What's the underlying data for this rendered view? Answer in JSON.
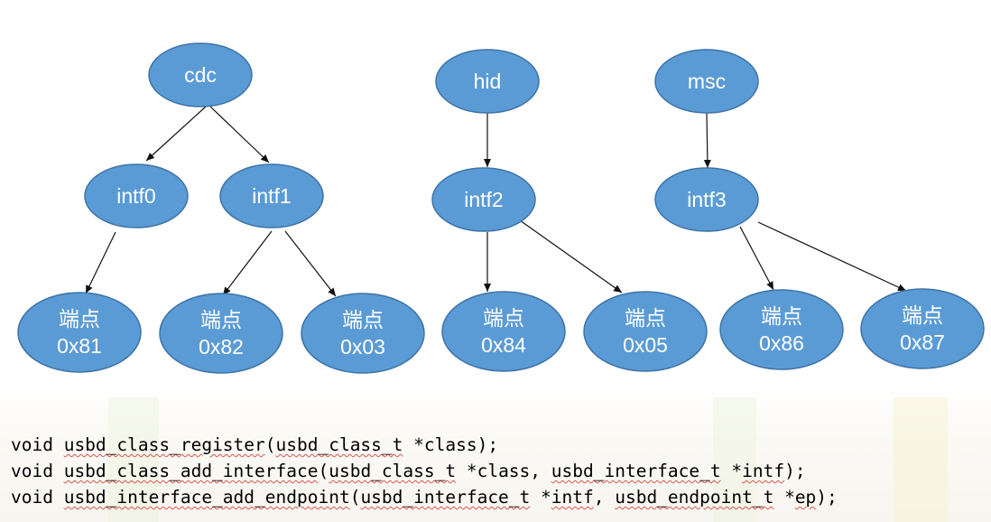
{
  "diagram": {
    "node_fill": "#5b9bd5",
    "node_border": "#3e73a6",
    "nodes": [
      {
        "id": "cdc",
        "lines": [
          "cdc"
        ]
      },
      {
        "id": "hid",
        "lines": [
          "hid"
        ]
      },
      {
        "id": "msc",
        "lines": [
          "msc"
        ]
      },
      {
        "id": "intf0",
        "lines": [
          "intf0"
        ]
      },
      {
        "id": "intf1",
        "lines": [
          "intf1"
        ]
      },
      {
        "id": "intf2",
        "lines": [
          "intf2"
        ]
      },
      {
        "id": "intf3",
        "lines": [
          "intf3"
        ]
      },
      {
        "id": "ep81",
        "lines": [
          "端点",
          "0x81"
        ]
      },
      {
        "id": "ep82",
        "lines": [
          "端点",
          "0x82"
        ]
      },
      {
        "id": "ep03",
        "lines": [
          "端点",
          "0x03"
        ]
      },
      {
        "id": "ep84",
        "lines": [
          "端点",
          "0x84"
        ]
      },
      {
        "id": "ep05",
        "lines": [
          "端点",
          "0x05"
        ]
      },
      {
        "id": "ep86",
        "lines": [
          "端点",
          "0x86"
        ]
      },
      {
        "id": "ep87",
        "lines": [
          "端点",
          "0x87"
        ]
      }
    ],
    "edges": [
      {
        "from": "cdc",
        "to": "intf0"
      },
      {
        "from": "cdc",
        "to": "intf1"
      },
      {
        "from": "intf0",
        "to": "ep81"
      },
      {
        "from": "intf1",
        "to": "ep82"
      },
      {
        "from": "intf1",
        "to": "ep03"
      },
      {
        "from": "hid",
        "to": "intf2"
      },
      {
        "from": "intf2",
        "to": "ep84"
      },
      {
        "from": "intf2",
        "to": "ep05"
      },
      {
        "from": "msc",
        "to": "intf3"
      },
      {
        "from": "intf3",
        "to": "ep86"
      },
      {
        "from": "intf3",
        "to": "ep87"
      }
    ]
  },
  "code": {
    "lines": [
      [
        {
          "t": "void ",
          "sq": false
        },
        {
          "t": "usbd_class_register",
          "sq": true
        },
        {
          "t": "(",
          "sq": false
        },
        {
          "t": "usbd_class_t",
          "sq": true
        },
        {
          "t": " *class);",
          "sq": false
        }
      ],
      [
        {
          "t": "void ",
          "sq": false
        },
        {
          "t": "usbd_class_add_interface",
          "sq": true
        },
        {
          "t": "(",
          "sq": false
        },
        {
          "t": "usbd_class_t",
          "sq": true
        },
        {
          "t": " *class, ",
          "sq": false
        },
        {
          "t": "usbd_interface_t",
          "sq": true
        },
        {
          "t": " *",
          "sq": false
        },
        {
          "t": "intf",
          "sq": true
        },
        {
          "t": ");",
          "sq": false
        }
      ],
      [
        {
          "t": "void ",
          "sq": false
        },
        {
          "t": "usbd_interface_add_endpoint",
          "sq": true
        },
        {
          "t": "(",
          "sq": false
        },
        {
          "t": "usbd_interface_t",
          "sq": true
        },
        {
          "t": " *",
          "sq": false
        },
        {
          "t": "intf",
          "sq": true
        },
        {
          "t": ", ",
          "sq": false
        },
        {
          "t": "usbd_endpoint_t",
          "sq": true
        },
        {
          "t": " *",
          "sq": false
        },
        {
          "t": "ep",
          "sq": true
        },
        {
          "t": ");",
          "sq": false
        }
      ]
    ]
  }
}
